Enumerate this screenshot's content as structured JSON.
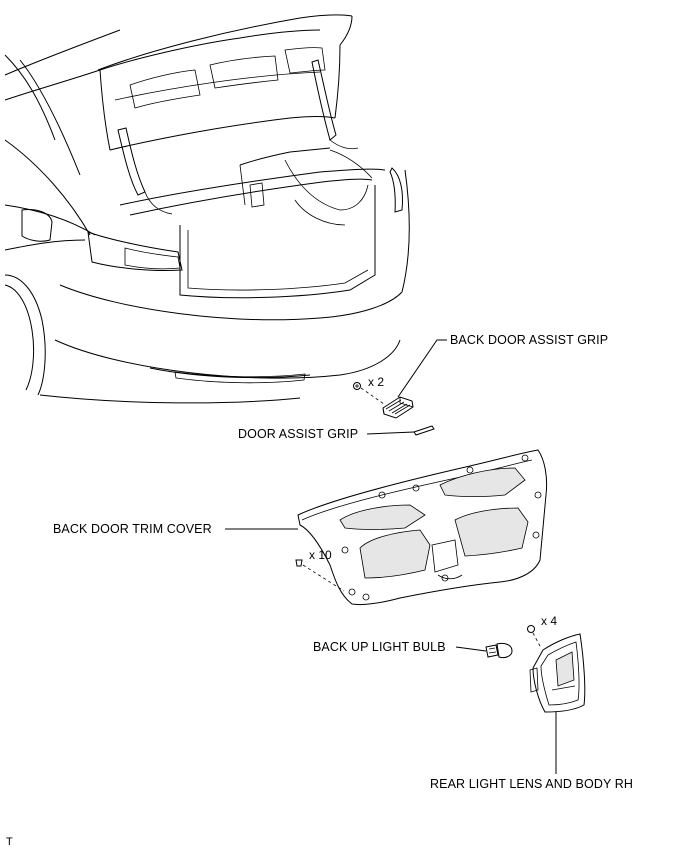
{
  "labels": {
    "back_door_assist_grip": "BACK DOOR ASSIST GRIP",
    "door_assist_grip": "DOOR ASSIST GRIP",
    "back_door_trim_cover": "BACK DOOR TRIM COVER",
    "back_up_light_bulb": "BACK UP LIGHT BULB",
    "rear_light_lens_and_body_rh": "REAR LIGHT LENS AND BODY RH"
  },
  "quantities": {
    "grip_screws": "x 2",
    "trim_clips": "x 10",
    "lens_nuts": "x 4"
  },
  "corner_mark": "T",
  "colors": {
    "line": "#000000",
    "background": "#ffffff",
    "shading": "#e6e6e6"
  }
}
